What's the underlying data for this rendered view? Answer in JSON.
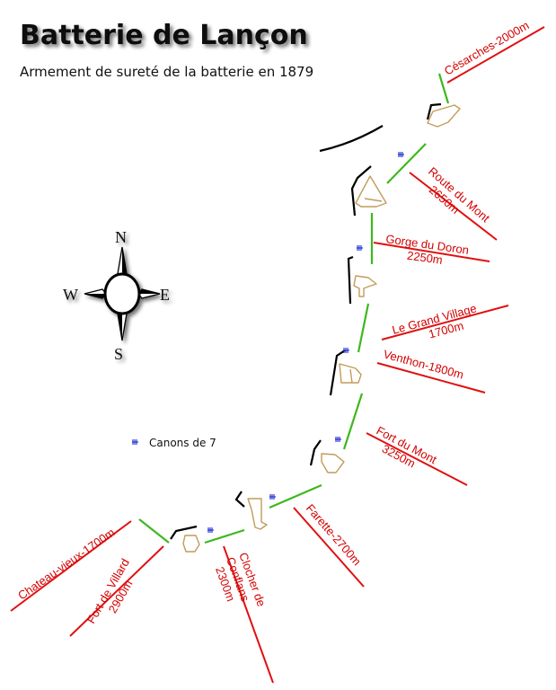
{
  "title": "Batterie de Lançon",
  "subtitle": "Armement de sureté  de la batterie en 1879",
  "compass": {
    "n": "N",
    "s": "S",
    "e": "E",
    "w": "W"
  },
  "legend": {
    "label": "Canons de 7"
  },
  "targets": [
    {
      "id": "cesarches",
      "lines": [
        "Césarches-2000m"
      ]
    },
    {
      "id": "route-du-mont",
      "lines": [
        "Route du Mont",
        "2650m"
      ]
    },
    {
      "id": "gorge-du-doron",
      "lines": [
        "Gorge du Doron",
        "2250m"
      ]
    },
    {
      "id": "le-grand-village",
      "lines": [
        "Le Grand Village",
        "1700m"
      ]
    },
    {
      "id": "venthon",
      "lines": [
        "Venthon-1800m"
      ]
    },
    {
      "id": "fort-du-mont",
      "lines": [
        "Fort du Mont",
        "3250m"
      ]
    },
    {
      "id": "farette",
      "lines": [
        "Farette-2700m"
      ]
    },
    {
      "id": "clocher-de-conflans",
      "lines": [
        "Clocher de",
        "Conflans",
        "2300m"
      ]
    },
    {
      "id": "fort-de-villard",
      "lines": [
        "Fort de Villard",
        "2900m"
      ]
    },
    {
      "id": "chateau-vieux",
      "lines": [
        "Chateau-vieux-1700m"
      ]
    }
  ],
  "colors": {
    "target_line": "#e01010",
    "target_text": "#d40000",
    "rampart_green": "#3db81d",
    "parapet_black": "#000000",
    "gun_platform": "#c39b5a",
    "canon_symbol": "#1a2cd0"
  }
}
